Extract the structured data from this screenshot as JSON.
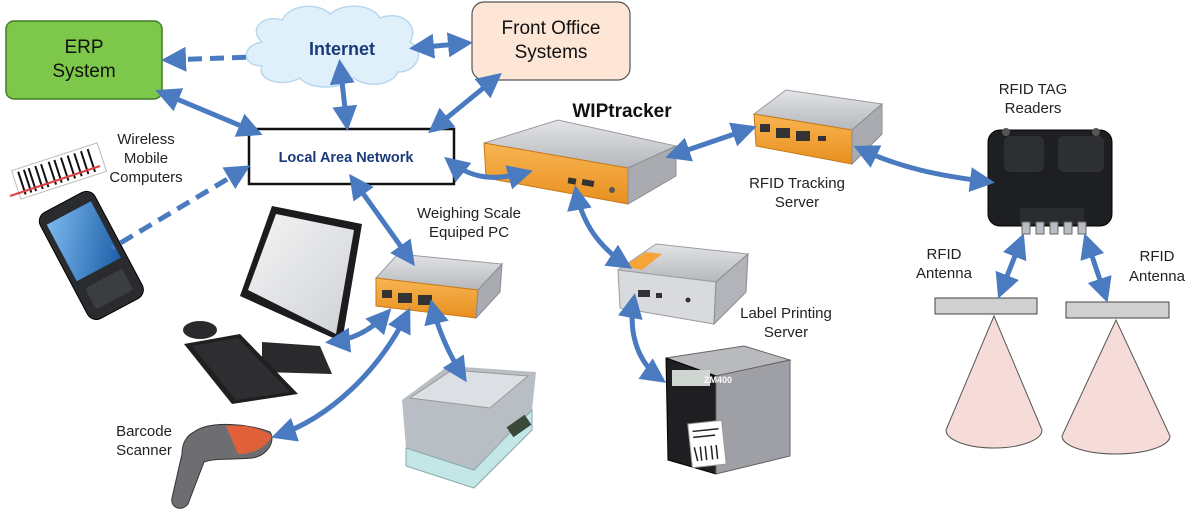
{
  "nodes": {
    "erp": {
      "line1": "ERP",
      "line2": "System"
    },
    "internet": {
      "label": "Internet"
    },
    "front_office": {
      "line1": "Front Office",
      "line2": "Systems"
    },
    "lan": {
      "label": "Local Area Network"
    },
    "wiptracker": {
      "label": "WIPtracker"
    },
    "rfid_tracking_server": {
      "line1": "RFID Tracking",
      "line2": "Server"
    },
    "rfid_readers": {
      "line1": "RFID TAG",
      "line2": "Readers"
    },
    "wireless_mobile": {
      "line1": "Wireless",
      "line2": "Mobile",
      "line3": "Computers"
    },
    "weighing_pc": {
      "line1": "Weighing Scale",
      "line2": "Equiped PC"
    },
    "label_server": {
      "line1": "Label Printing",
      "line2": "Server"
    },
    "antenna_left": {
      "line1": "RFID",
      "line2": "Antenna"
    },
    "antenna_right": {
      "line1": "RFID",
      "line2": "Antenna"
    },
    "barcode_scanner": {
      "line1": "Barcode",
      "line2": "Scanner"
    }
  },
  "colors": {
    "arrow": "#4a7ac0",
    "erp_fill": "#7dc84a",
    "front_office_fill": "#fde6d6",
    "cloud_fill": "#dff0fb",
    "internet_text": "#1a3a7a",
    "lan_text": "#1a3a7a",
    "device_orange": "#f5a43a",
    "device_silver": "#c9cbd0",
    "cone_fill": "#f6dcd8",
    "antenna_plate": "#d0d0d0"
  },
  "devices": {
    "product_model_label": "ZM400"
  }
}
